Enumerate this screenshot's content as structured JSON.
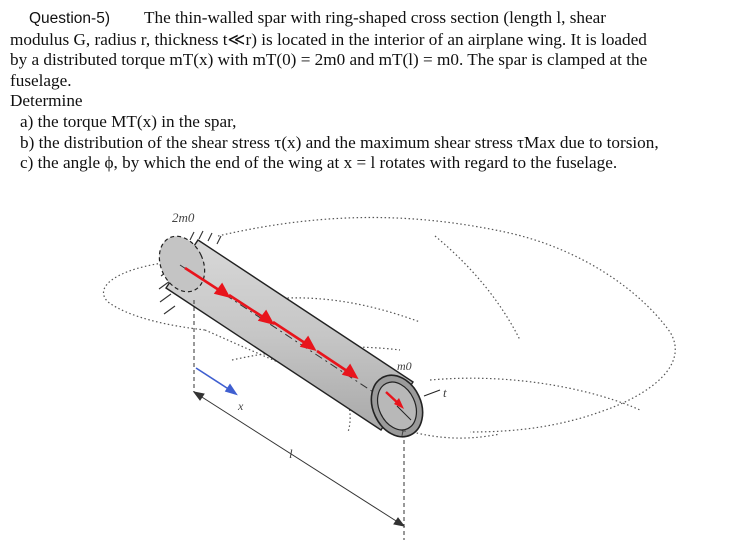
{
  "question": {
    "label": "Question-5)",
    "lines": [
      "The thin-walled spar with ring-shaped cross section (length l, shear",
      "modulus G, radius r, thickness t≪r) is located in the interior of an airplane wing. It is loaded",
      "by a distributed torque mT(x) with mT(0) = 2m0 and mT(l) = m0. The spar is clamped at the",
      "fuselage."
    ],
    "determine": "Determine",
    "items": [
      "a) the torque MT(x) in the spar,",
      "b) the distribution of the shear stress τ(x) and the maximum shear stress τMax due to torsion,",
      "c) the angle ϕ, by which the end of the wing at x = l rotates with regard to the fuselage."
    ]
  },
  "figure": {
    "labels": {
      "torque_left": "2m0",
      "torque_right": "m0",
      "thickness": "t",
      "radius": "r",
      "x_coord": "x",
      "length": "l"
    },
    "colors": {
      "spar_fill": "#c9c9c9",
      "torque_arrow": "#e8141c",
      "x_arrow": "#3f5fd0",
      "wing_outline": "#555555"
    }
  }
}
